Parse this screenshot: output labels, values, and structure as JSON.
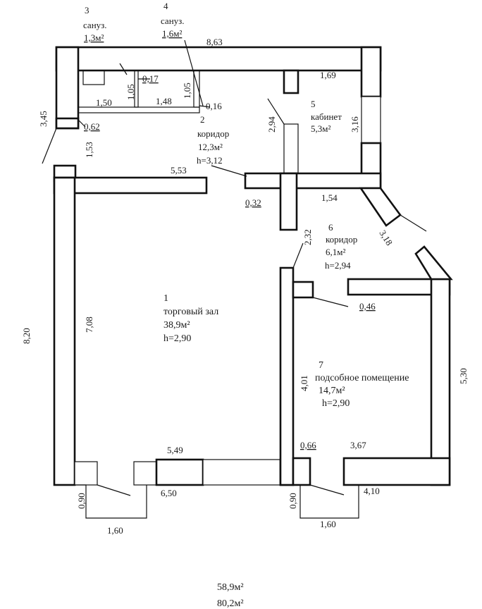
{
  "rooms": [
    {
      "number": "1",
      "name": "торговый зал",
      "area": "38,9м²",
      "height": "h=2,90"
    },
    {
      "number": "2",
      "name": "коридор",
      "area": "12,3м²",
      "height": "h=3,12"
    },
    {
      "number": "3",
      "name": "сануз.",
      "area": "1,3м²"
    },
    {
      "number": "4",
      "name": "сануз.",
      "area": "1,6м²"
    },
    {
      "number": "5",
      "name": "кабинет",
      "area": "5,3м²"
    },
    {
      "number": "6",
      "name": "коридор",
      "area": "6,1м²",
      "height": "h=2,94"
    },
    {
      "number": "7",
      "name": "подсобное помещение",
      "area": "14,7м²",
      "height": "h=2,90"
    }
  ],
  "dimensions": {
    "top_width": "8,63",
    "wc3_height": "1,05",
    "wc4_height": "1,05",
    "d_017": "0,17",
    "d_016": "0,16",
    "d_062": "0,62",
    "d_150": "1,50",
    "d_148": "1,48",
    "d_169": "1,69",
    "d_345": "3,45",
    "d_153": "1,53",
    "d_294": "2,94",
    "d_316": "3,16",
    "d_553": "5,53",
    "d_032": "0,32",
    "d_154": "1,54",
    "d_318": "3,18",
    "d_232": "2,32",
    "d_046": "0,46",
    "d_820": "8,20",
    "d_708": "7,08",
    "d_401": "4,01",
    "d_530": "5,30",
    "d_066": "0,66",
    "d_367": "3,67",
    "d_549": "5,49",
    "d_650": "6,50",
    "d_410": "4,10",
    "d_090_left": "0,90",
    "d_090_right": "0,90",
    "d_160_left": "1,60",
    "d_160_right": "1,60"
  },
  "totals": {
    "area_main": "58,9м²",
    "area_total": "80,2м²"
  }
}
